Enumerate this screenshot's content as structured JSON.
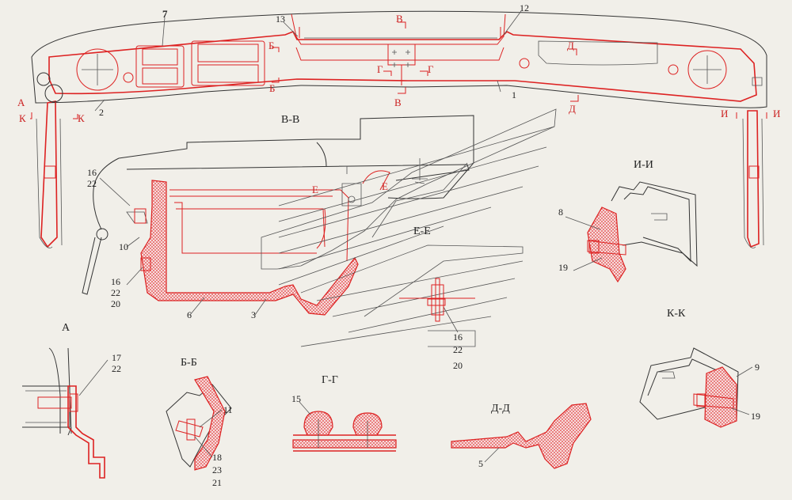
{
  "labels": {
    "n1": "1",
    "n2": "2",
    "n3": "3",
    "n5": "5",
    "n6": "6",
    "n7": "7",
    "n8": "8",
    "n9": "9",
    "n10": "10",
    "n11": "11",
    "n12": "12",
    "n13": "13",
    "n15": "15",
    "n16": "16",
    "n17": "17",
    "n18": "18",
    "n19": "19",
    "n20": "20",
    "n21": "21",
    "n22": "22",
    "n23": "23"
  },
  "sections": {
    "a": "А",
    "b": "Б",
    "v": "В",
    "g": "Г",
    "d": "Д",
    "e": "Е",
    "i": "И",
    "k": "К"
  },
  "headings": {
    "vv": "В-В",
    "ee": "Е-Е",
    "ii": "И-И",
    "kk": "К-К",
    "a": "А",
    "bb": "Б-Б",
    "gg": "Г-Г",
    "dd": "Д-Д"
  },
  "colors": {
    "background": "#f1efe9",
    "part_outline": "#dd2222",
    "line": "#333333"
  }
}
